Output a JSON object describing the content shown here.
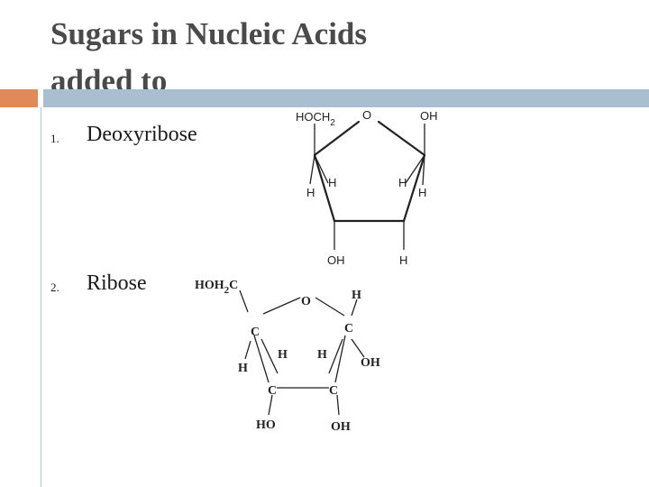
{
  "slide": {
    "title_line1": "Sugars in Nucleic Acids",
    "title_line2": "added to"
  },
  "list": [
    {
      "number": "1.",
      "label": "Deoxyribose"
    },
    {
      "number": "2.",
      "label": "Ribose"
    }
  ],
  "deoxyribose": {
    "hoch2": "HOCH",
    "hoch2_sub": "2",
    "ring_o": "O",
    "oh_top": "OH",
    "h_c4": "H",
    "h_c3_left": "H",
    "h_c2_right": "H",
    "h_c1": "H",
    "oh_bottom": "OH",
    "h_bottom": "H"
  },
  "ribose": {
    "hoh2c": "HOH",
    "hoh2c_sub": "2",
    "hoh2c_c": "C",
    "ring_o": "O",
    "h_top": "H",
    "c4": "C",
    "c1": "C",
    "h_c4": "H",
    "h_c3": "H",
    "h_c2": "H",
    "oh_c1": "OH",
    "c3": "C",
    "c2": "C",
    "ho_bottom": "HO",
    "oh_bottom": "OH"
  },
  "colors": {
    "title": "#4a4a4a",
    "accent_orange": "#e08a5a",
    "accent_blue": "#a9bed0"
  }
}
